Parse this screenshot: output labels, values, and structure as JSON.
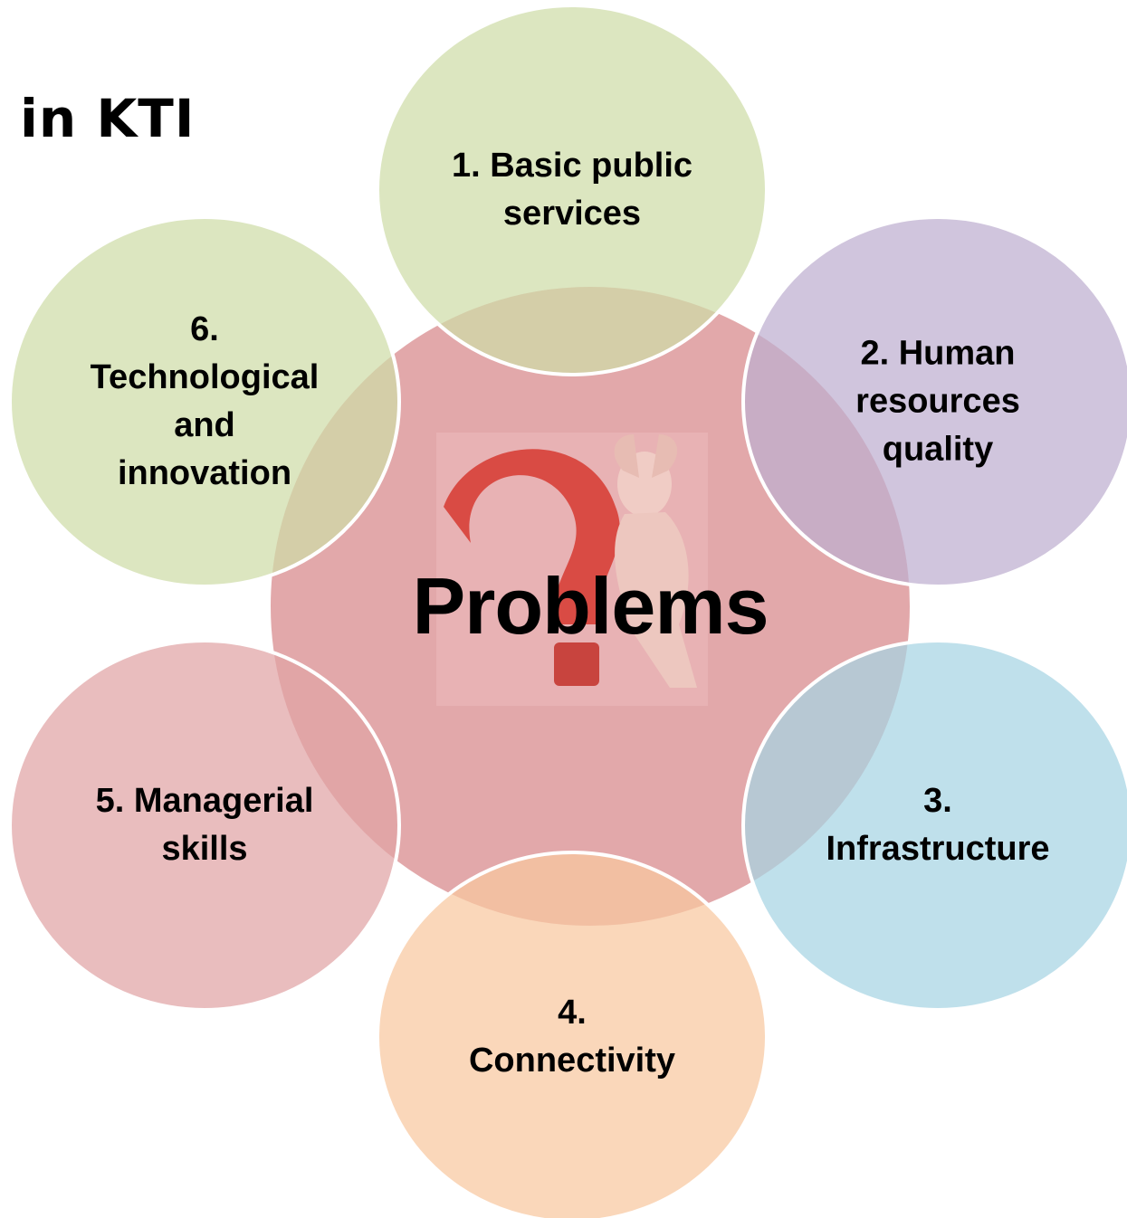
{
  "corner_title": "in KTI",
  "center": {
    "label": "Problems",
    "color": "#e0a3a5"
  },
  "nodes": [
    {
      "lines": [
        "1. Basic public",
        "services"
      ],
      "color": "#cfdca8"
    },
    {
      "lines": [
        "2. Human",
        "resources",
        "quality"
      ],
      "color": "#beaed0"
    },
    {
      "lines": [
        "3.",
        "Infrastructure"
      ],
      "color": "#a6d4e3"
    },
    {
      "lines": [
        "4.",
        "Connectivity"
      ],
      "color": "#f8c8a0"
    },
    {
      "lines": [
        "5. Managerial",
        "skills"
      ],
      "color": "#e0a3a5"
    },
    {
      "lines": [
        "6.",
        "Technological",
        "and",
        "innovation"
      ],
      "color": "#cfdca8"
    }
  ],
  "icons": {
    "center_illustration": "question-mark-person-icon"
  }
}
